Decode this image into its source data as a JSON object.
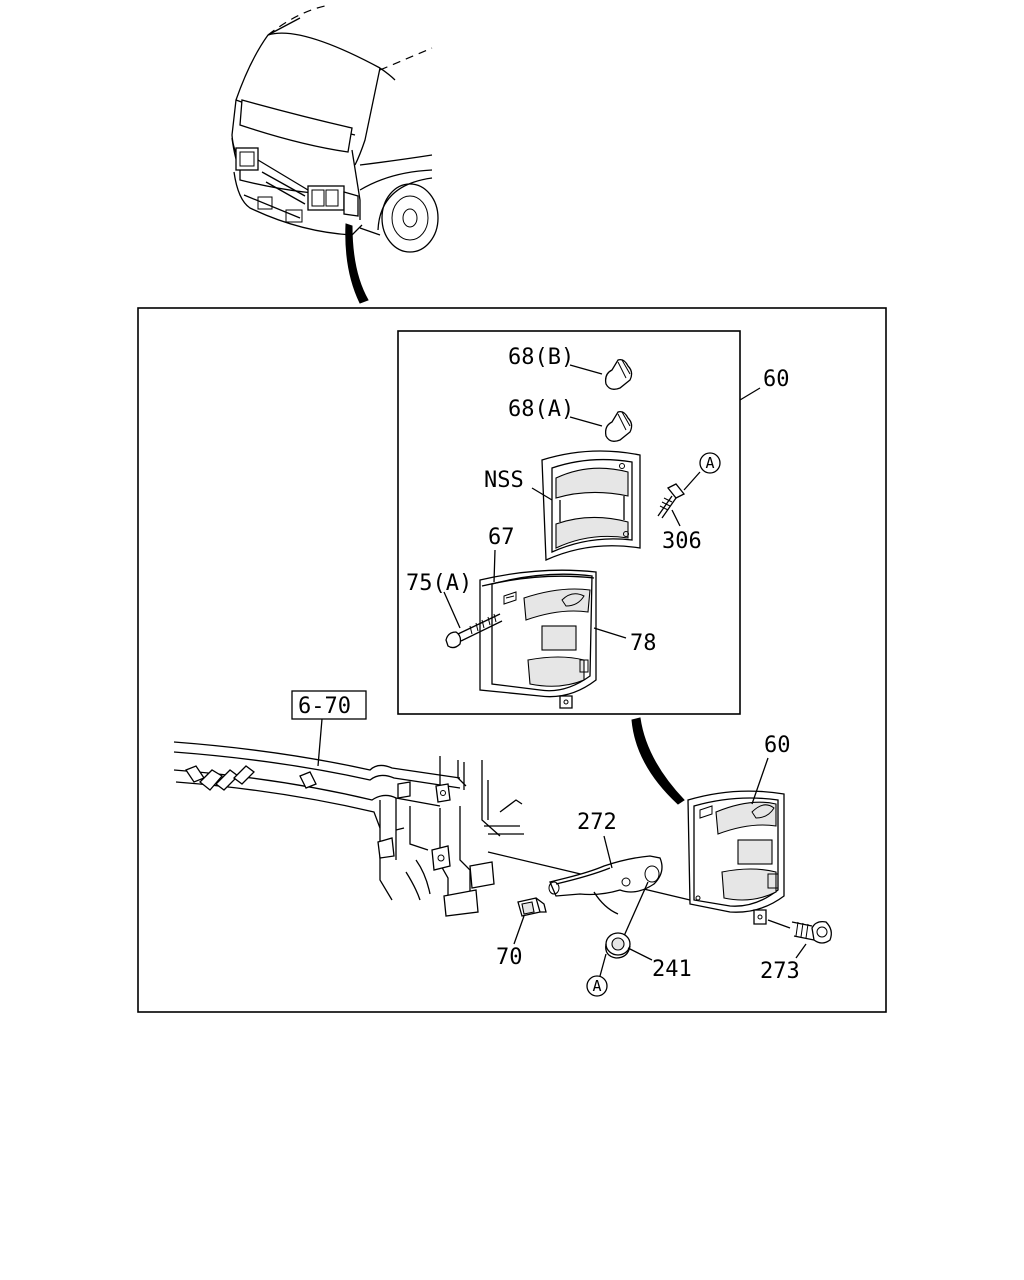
{
  "callouts": {
    "bulb_b": "68(B)",
    "bulb_a": "68(A)",
    "lamp_assy_top": "60",
    "nss": "NSS",
    "screw_306": "306",
    "part_67": "67",
    "screw_75a": "75(A)",
    "lens_78": "78",
    "ref_6_70": "6-70",
    "lamp_assy_bottom": "60",
    "bracket_272": "272",
    "nut_70": "70",
    "grommet_241": "241",
    "bolt_273": "273",
    "circle_a": "A"
  },
  "colors": {
    "line": "#000000",
    "background": "#ffffff",
    "shade": "#e6e6e6"
  }
}
